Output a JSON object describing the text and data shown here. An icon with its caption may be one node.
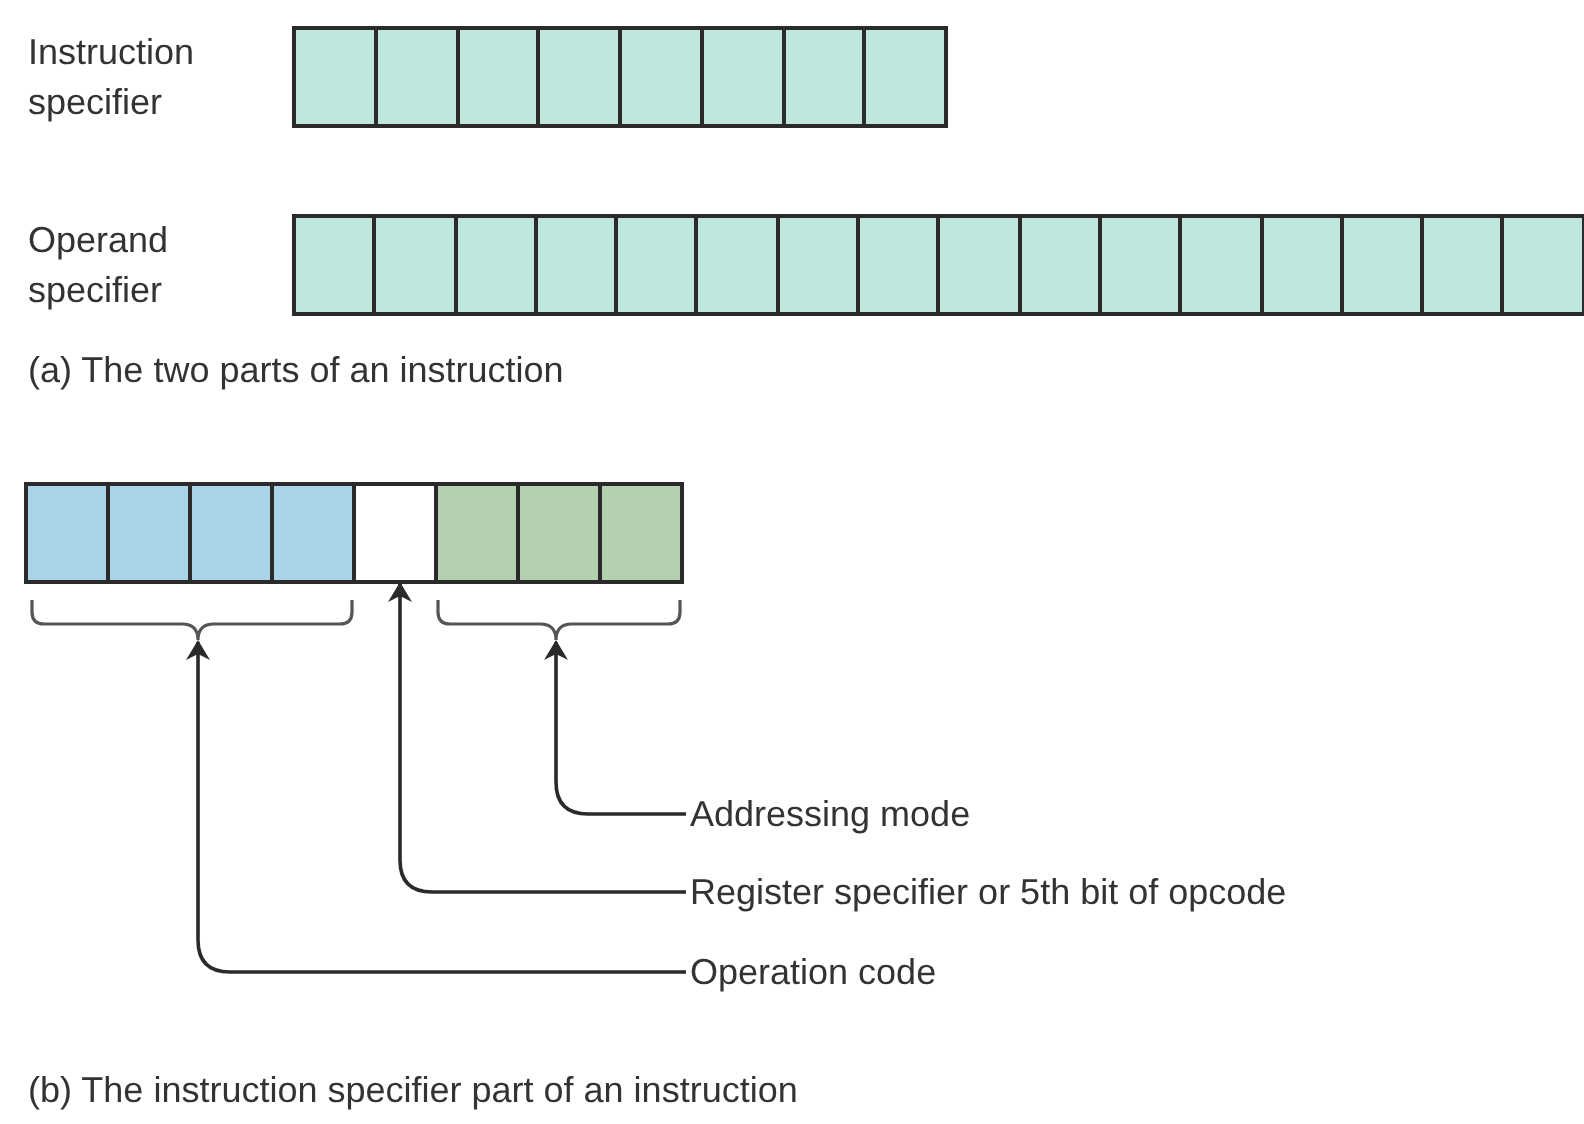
{
  "diagram": {
    "nodes": [
      {
        "text": [
          "Instruction specifier"
        ]
      },
      {
        "text": [],
        "shape": "box",
        "in": 0
      },
      {
        "text": [],
        "shape": "box",
        "in": 0
      },
      {
        "text": [],
        "shape": "box",
        "in": 0
      },
      {
        "text": [],
        "shape": "box",
        "in": 0
      },
      {
        "text": [],
        "shape": "box",
        "in": 0
      },
      {
        "text": [],
        "shape": "box",
        "in": 0
      },
      {
        "text": [],
        "shape": "box",
        "in": 0
      },
      {
        "text": [],
        "shape": "box",
        "in": 0
      },
      {
        "text": [
          "Operand specifier"
        ]
      },
      {
        "text": [],
        "shape": "box",
        "in": 9
      },
      {
        "text": [],
        "shape": "box",
        "in": 9
      },
      {
        "text": [],
        "shape": "box",
        "in": 9
      },
      {
        "text": [],
        "shape": "box",
        "in": 9
      },
      {
        "text": [],
        "shape": "box",
        "in": 9
      },
      {
        "text": [],
        "shape": "box",
        "in": 9
      },
      {
        "text": [],
        "shape": "box",
        "in": 9
      },
      {
        "text": [],
        "shape": "box",
        "in": 9
      },
      {
        "text": [],
        "shape": "box",
        "in": 9
      },
      {
        "text": [],
        "shape": "box",
        "in": 9
      },
      {
        "text": [],
        "shape": "box",
        "in": 9
      },
      {
        "text": [],
        "shape": "box",
        "in": 9
      },
      {
        "text": [],
        "shape": "box",
        "in": 9
      },
      {
        "text": [],
        "shape": "box",
        "in": 9
      },
      {
        "text": [],
        "shape": "box",
        "in": 9
      },
      {
        "text": [],
        "shape": "box",
        "in": 9
      },
      {
        "text": [],
        "shape": "box"
      },
      {
        "text": [],
        "shape": "box"
      },
      {
        "text": [],
        "shape": "box"
      },
      {
        "text": [],
        "shape": "box"
      },
      {
        "text": [],
        "shape": "box"
      },
      {
        "text": [],
        "shape": "box"
      },
      {
        "text": [],
        "shape": "box"
      },
      {
        "text": [],
        "shape": "box"
      },
      {
        "text": [],
        "shape": "brace"
      },
      {
        "text": [],
        "shape": "brace"
      },
      {
        "text": [
          "Addressing mode"
        ]
      },
      {
        "text": [
          "Register specifier or 5th bit of opcode"
        ]
      },
      {
        "text": [
          "Operation code"
        ]
      }
    ],
    "edges": [
      {
        "from": 36,
        "to": 35,
        "arrow": "to"
      },
      {
        "from": 37,
        "to": 30,
        "arrow": "to"
      },
      {
        "from": 38,
        "to": 34,
        "arrow": "to"
      }
    ],
    "labels": [
      "(a) The two parts of an instruction",
      "(b) The instruction specifier part of an instruction"
    ]
  }
}
